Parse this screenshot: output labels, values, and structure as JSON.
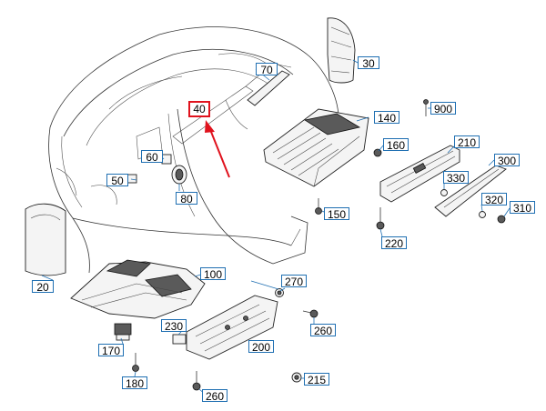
{
  "callouts": {
    "c20": "20",
    "c30": "30",
    "c40": "40",
    "c50": "50",
    "c60": "60",
    "c70": "70",
    "c80": "80",
    "c100": "100",
    "c140": "140",
    "c150": "150",
    "c160": "160",
    "c170": "170",
    "c180": "180",
    "c200": "200",
    "c210": "210",
    "c215": "215",
    "c220": "220",
    "c230": "230",
    "c260a": "260",
    "c260b": "260",
    "c270": "270",
    "c300": "300",
    "c310": "310",
    "c320": "320",
    "c330": "330",
    "c900": "900"
  },
  "highlighted_callout": "40",
  "colors": {
    "callout_border": "#1f6fb2",
    "highlight": "#e0121d",
    "line": "#333333"
  }
}
